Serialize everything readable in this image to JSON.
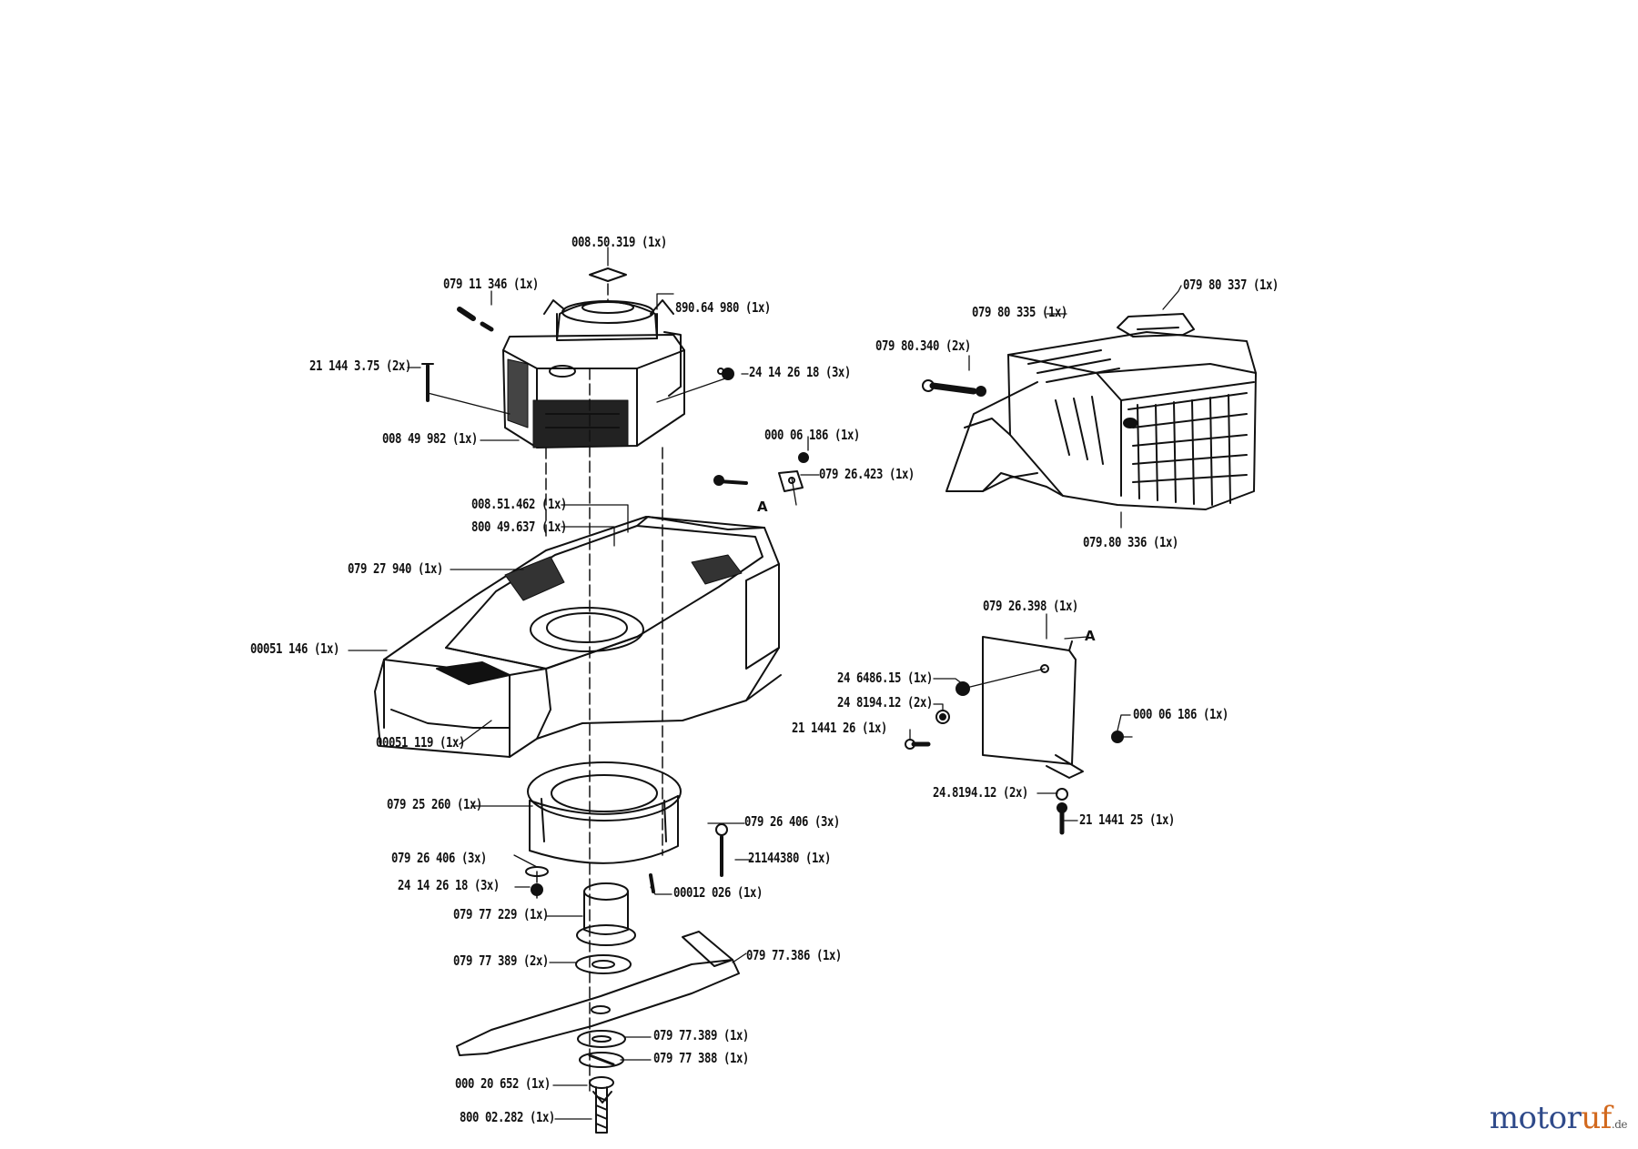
{
  "logo": {
    "main_a": "motor",
    "main_b": "uf",
    "suffix": ".de"
  },
  "reference_marks": [
    "A",
    "A"
  ],
  "parts": [
    "008.50.319  (1x)",
    "079 11 346  (1x)",
    "890.64 980  (1x)",
    "21 144 3.75 (2x)",
    "24 14 26 18 (3x)",
    "008 49 982 (1x)",
    "000 06 186  (1x)",
    "079 26.423  (1x)",
    "008.51.462  (1x)",
    "800 49.637  (1x)",
    "079 27 940 (1x)",
    "00051 146  (1x)",
    "00051 119  (1x)",
    "079 25 260  (1x)",
    "079 26 406  (3x)",
    "079 26 406  (3x)",
    "21144380  (1x)",
    "24 14 26 18  (3x)",
    "00012 026  (1x)",
    "079 77 229  (1x)",
    "079 77 389  (2x)",
    "079 77.386  (1x)",
    "079 77.389  (1x)",
    "079 77 388  (1x)",
    "000 20 652  (1x)",
    "800 02.282  (1x)",
    "079 80 335  (1x)",
    "079 80 337  (1x)",
    "079 80.340  (2x)",
    "079.80 336  (1x)",
    "079 26.398  (1x)",
    "24 6486.15  (1x)",
    "24 8194.12  (2x)",
    "21 1441 26  (1x)",
    "000 06 186  (1x)",
    "24.8194.12  (2x)",
    "21 1441 25  (1x)"
  ]
}
